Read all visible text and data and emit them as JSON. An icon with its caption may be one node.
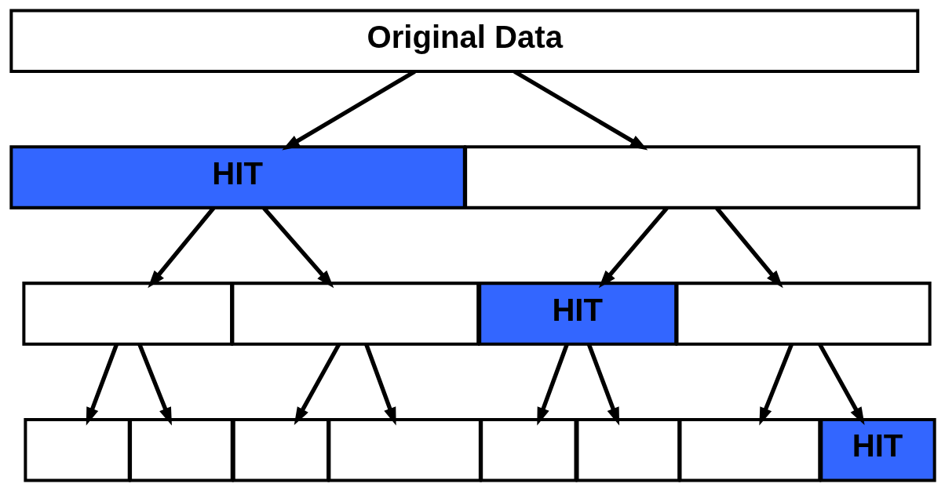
{
  "diagram": {
    "nodes": [
      {
        "text": [
          "Original Data"
        ]
      },
      {
        "text": [
          "HIT"
        ]
      },
      {
        "text": [],
        "shape": "box"
      },
      {
        "text": [],
        "shape": "box"
      },
      {
        "text": [],
        "shape": "box"
      },
      {
        "text": [
          "HIT"
        ]
      },
      {
        "text": [],
        "shape": "box"
      },
      {
        "text": [],
        "shape": "box"
      },
      {
        "text": [],
        "shape": "box"
      },
      {
        "text": [],
        "shape": "box"
      },
      {
        "text": [],
        "shape": "box"
      },
      {
        "text": [],
        "shape": "box"
      },
      {
        "text": [],
        "shape": "box"
      },
      {
        "text": [],
        "shape": "box"
      },
      {
        "text": [
          "HIT"
        ]
      }
    ],
    "edges": [
      {
        "from": 0,
        "to": 1,
        "arrow": "to"
      },
      {
        "from": 0,
        "to": 2,
        "arrow": "to"
      },
      {
        "from": 1,
        "to": 3,
        "arrow": "to"
      },
      {
        "from": 1,
        "to": 4,
        "arrow": "to"
      },
      {
        "from": 2,
        "to": 5,
        "arrow": "to"
      },
      {
        "from": 2,
        "to": 6,
        "arrow": "to"
      },
      {
        "from": 3,
        "to": 7,
        "arrow": "to"
      },
      {
        "from": 3,
        "to": 8,
        "arrow": "to"
      },
      {
        "from": 4,
        "to": 9,
        "arrow": "to"
      },
      {
        "from": 4,
        "to": 10,
        "arrow": "to"
      },
      {
        "from": 5,
        "to": 11,
        "arrow": "to"
      },
      {
        "from": 5,
        "to": 12,
        "arrow": "to"
      },
      {
        "from": 6,
        "to": 13,
        "arrow": "to"
      },
      {
        "from": 6,
        "to": 14,
        "arrow": "to"
      }
    ]
  }
}
